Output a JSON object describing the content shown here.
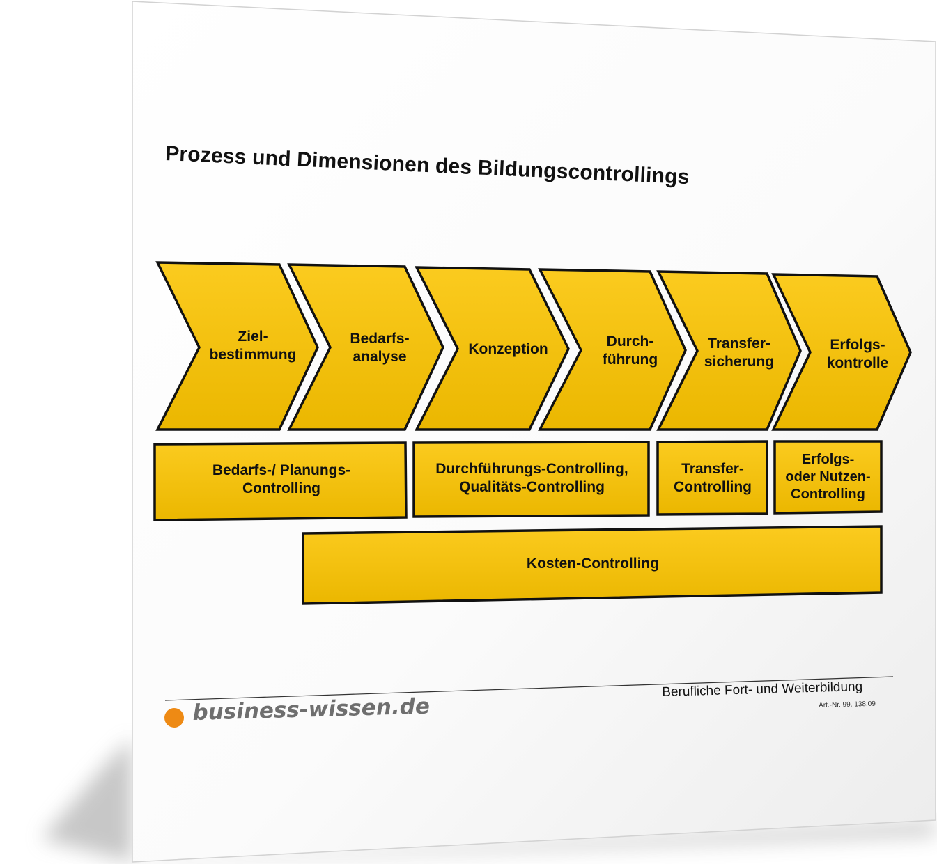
{
  "document": {
    "title": "Prozess und Dimensionen des Bildungscontrollings"
  },
  "process_steps": [
    {
      "label": "Ziel-\nbestimmung"
    },
    {
      "label": "Bedarfs-\nanalyse"
    },
    {
      "label": "Konzeption"
    },
    {
      "label": "Durch-\nführung"
    },
    {
      "label": "Transfer-\nsicherung"
    },
    {
      "label": "Erfolgs-\nkontrolle"
    }
  ],
  "dimensions": [
    {
      "label": "Bedarfs-/ Planungs-\nControlling"
    },
    {
      "label": "Durchführungs-Controlling,\nQualitäts-Controlling"
    },
    {
      "label": "Transfer-\nControlling"
    },
    {
      "label": "Erfolgs-\noder Nutzen-\nControlling"
    }
  ],
  "cost_dimension": {
    "label": "Kosten-Controlling"
  },
  "footer": {
    "brand": "business-wissen.de",
    "series": "Berufliche Fort- und Weiterbildung",
    "article_number": "Art.-Nr. 99. 138.09"
  },
  "colors": {
    "shape_fill_light": "#f9c81a",
    "shape_fill_dark": "#ecb800",
    "shape_stroke": "#111111",
    "logo_dot": "#ee8a14",
    "page": "#ffffff"
  }
}
